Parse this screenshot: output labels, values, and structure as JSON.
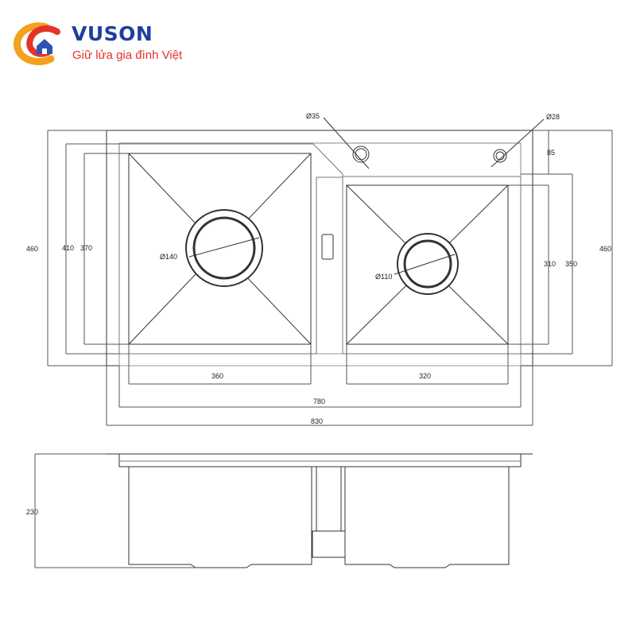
{
  "brand": {
    "name": "VUSON",
    "tagline": "Giữ lửa gia đình Việt",
    "colors": {
      "primary": "#1f3f9c",
      "accent": "#e5332a"
    }
  },
  "dimensions": {
    "top_hole_large": "Ø35",
    "top_hole_small": "Ø28",
    "hole_offset": "85",
    "left_height_outer": "460",
    "left_height_mid": "410",
    "left_height_inner": "370",
    "right_height_outer": "460",
    "right_height_mid": "350",
    "right_height_inner": "310",
    "drain_large": "Ø140",
    "drain_small": "Ø110",
    "bowl_left_width": "360",
    "bowl_right_width": "320",
    "inner_width": "780",
    "overall_width": "830",
    "depth": "230"
  }
}
